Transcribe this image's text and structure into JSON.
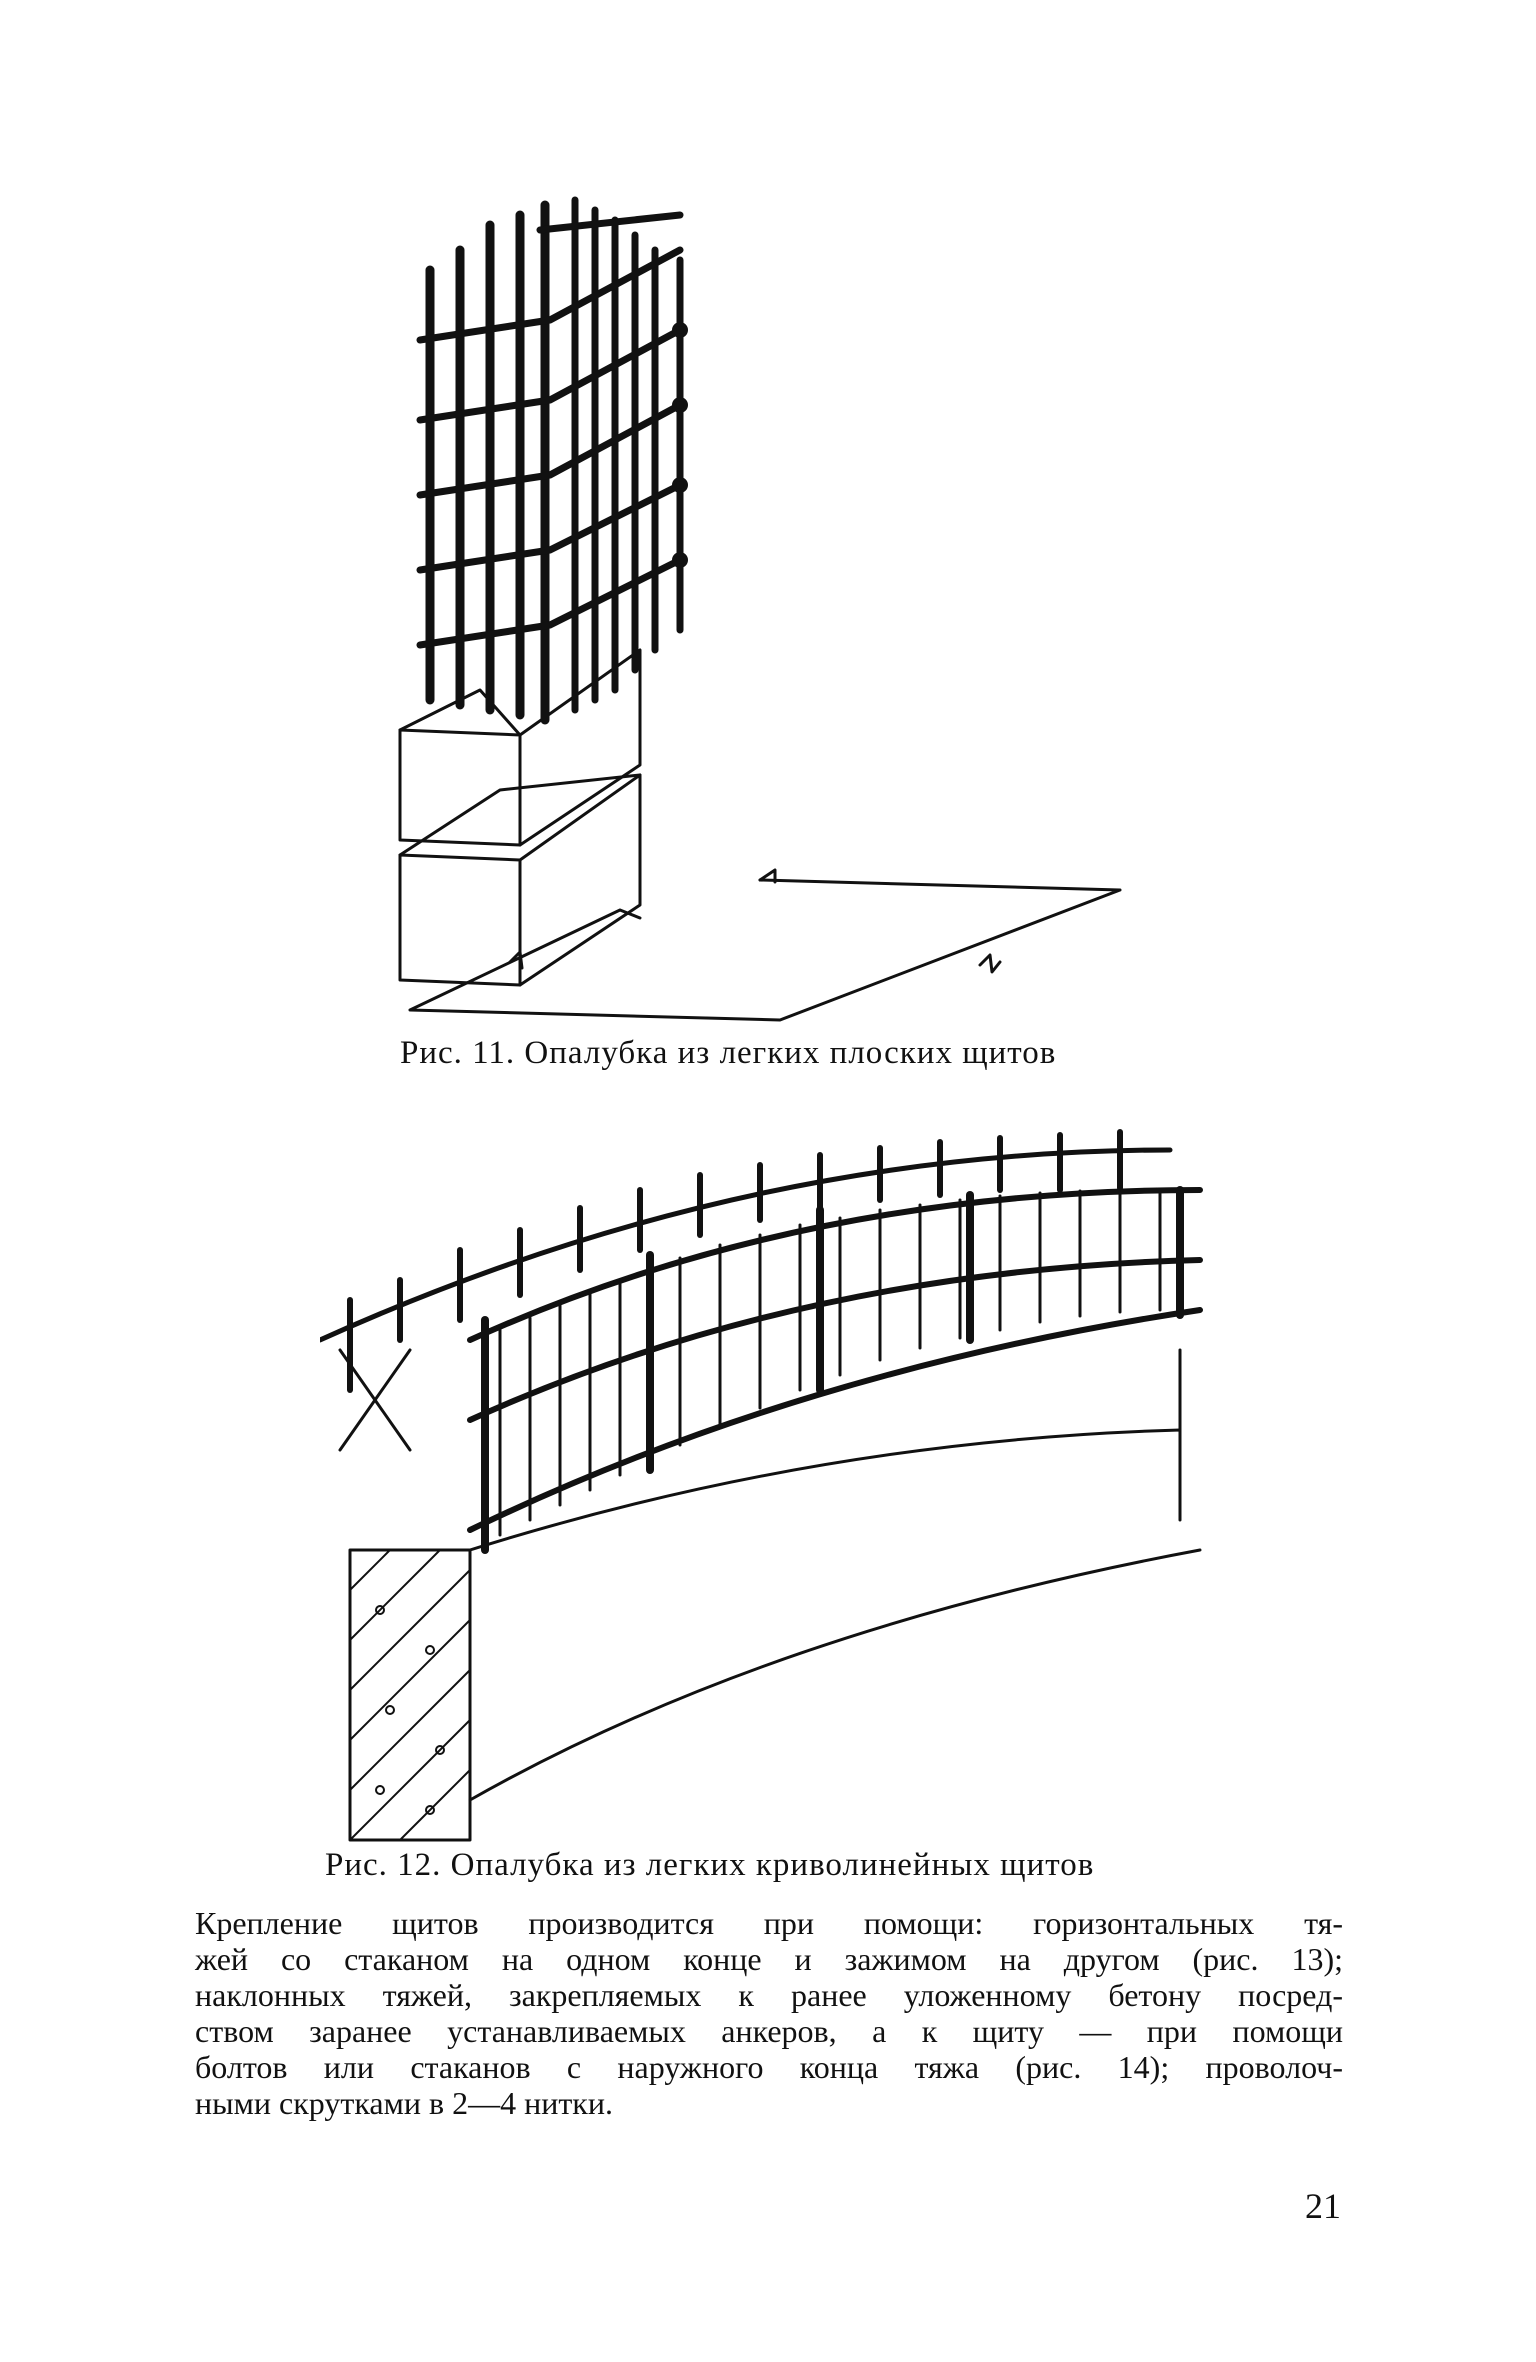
{
  "figures": [
    {
      "caption": "Рис. 11. Опалубка из легких плоских щитов"
    },
    {
      "caption": "Рис. 12. Опалубка из легких криволинейных щитов"
    }
  ],
  "body_lines": [
    "Крепление щитов производится при помощи: горизонтальных тя-",
    "жей со стаканом на одном конце и зажимом на другом (рис. 13);",
    "наклонных тяжей, закрепляемых к ранее уложенному бетону посред-",
    "ством заранее устанавливаемых анкеров, а к щиту — при помощи",
    "болтов или стаканов с наружного конца тяжа (рис. 14); проволоч-",
    "ными скрутками в 2—4 нитки."
  ],
  "page_number": "21"
}
